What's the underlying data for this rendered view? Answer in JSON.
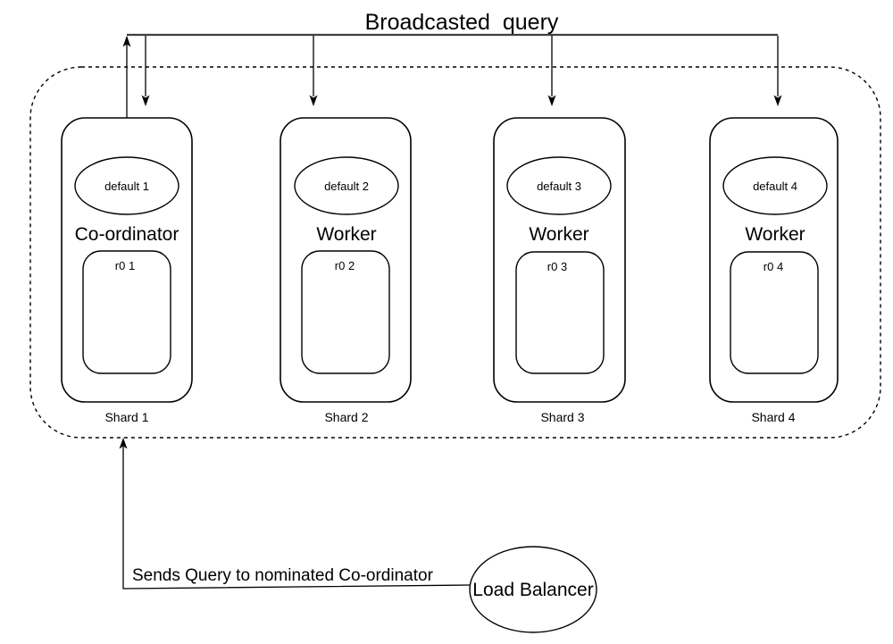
{
  "title": "Broadcasted query",
  "cluster": {
    "shards": [
      {
        "name": "Shard 1",
        "role": "Co-ordinator",
        "database_label": "default 1",
        "replica_label": "r0 1"
      },
      {
        "name": "Shard 2",
        "role": "Worker",
        "database_label": "default 2",
        "replica_label": "r0 2"
      },
      {
        "name": "Shard 3",
        "role": "Worker",
        "database_label": "default 3",
        "replica_label": "r0 3"
      },
      {
        "name": "Shard 4",
        "role": "Worker",
        "database_label": "default 4",
        "replica_label": "r0 4"
      }
    ]
  },
  "load_balancer": {
    "label": "Load Balancer"
  },
  "query_arrow": {
    "label": "Sends Query to nominated Co-ordinator"
  },
  "colors": {
    "stroke": "#000000",
    "broadcast_line": "#3f3f3f",
    "background": "#ffffff"
  }
}
